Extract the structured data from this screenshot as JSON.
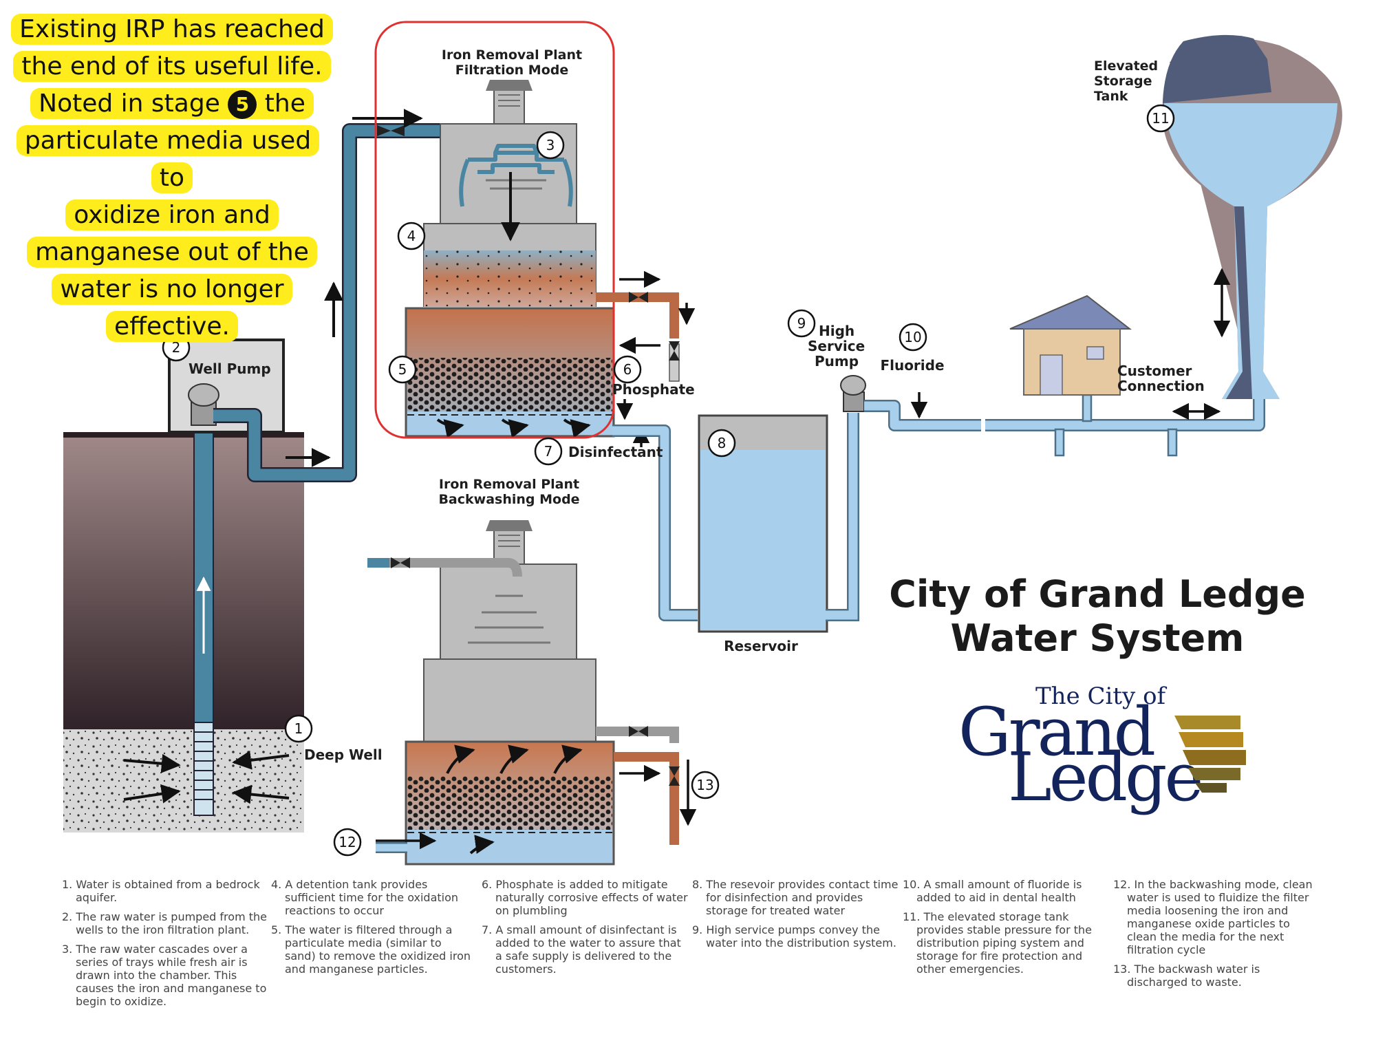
{
  "callout": {
    "lines": [
      "Existing IRP has reached",
      "the end of its useful life.",
      "Noted in stage",
      "the",
      "particulate media used to",
      "oxidize iron and",
      "manganese out of the",
      "water is no longer",
      "effective."
    ],
    "badge": "5"
  },
  "labels": {
    "irp_filtration": [
      "Iron Removal Plant",
      "Filtration Mode"
    ],
    "irp_backwash": [
      "Iron Removal Plant",
      "Backwashing Mode"
    ],
    "well_pump": "Well Pump",
    "deep_well": "Deep Well",
    "phosphate": "Phosphate",
    "disinfectant": "Disinfectant",
    "reservoir": "Reservoir",
    "high_service_pump": [
      "High",
      "Service",
      "Pump"
    ],
    "fluoride": "Fluoride",
    "customer_connection": [
      "Customer",
      "Connection"
    ],
    "elevated_tank": [
      "Elevated",
      "Storage",
      "Tank"
    ]
  },
  "markers": [
    "1",
    "2",
    "3",
    "4",
    "5",
    "6",
    "7",
    "8",
    "9",
    "10",
    "11",
    "12",
    "13"
  ],
  "title": [
    "City of Grand Ledge",
    "Water System"
  ],
  "logo": {
    "line1": "The City of",
    "line2": "Grand",
    "line3": "Ledge"
  },
  "notes": [
    [
      "1. Water is obtained from a bedrock aquifer.",
      "2. The raw water is pumped from the wells to the iron filtration plant.",
      "3. The raw water cascades over a series of trays while fresh air is drawn into the chamber. This causes the iron and manganese to begin to oxidize."
    ],
    [
      "4. A detention tank provides sufficient time for the oxidation reactions to occur",
      "5. The water is filtered through a particulate media (similar to sand) to remove the oxidized iron and manganese particles."
    ],
    [
      "6. Phosphate is added to mitigate naturally corrosive effects of water on plumbling",
      "7. A small amount of disinfectant is added to the water to assure that a safe supply is delivered to the customers."
    ],
    [
      "8. The resevoir provides contact time for disinfection and provides storage for treated water",
      "9. High service pumps convey the water into the distribution system."
    ],
    [
      "10. A small amount of fluoride is added to aid in dental health",
      "11. The elevated storage tank provides stable pressure for the distribution piping system and storage for fire protection and other emergencies."
    ],
    [
      "12. In the backwashing mode, clean water is used to fluidize the filter media loosening the iron and manganese oxide particles to clean the media for the next filtration cycle",
      "13. The backwash water is discharged to waste."
    ]
  ],
  "colors": {
    "highlight": "#ffec1d",
    "raw_pipe": "#4a86a2",
    "treated_pipe": "#a8d0ec",
    "waste_pipe": "#b96a45",
    "tank_gray": "#bdbdbd",
    "focus_outline": "#e03030"
  }
}
